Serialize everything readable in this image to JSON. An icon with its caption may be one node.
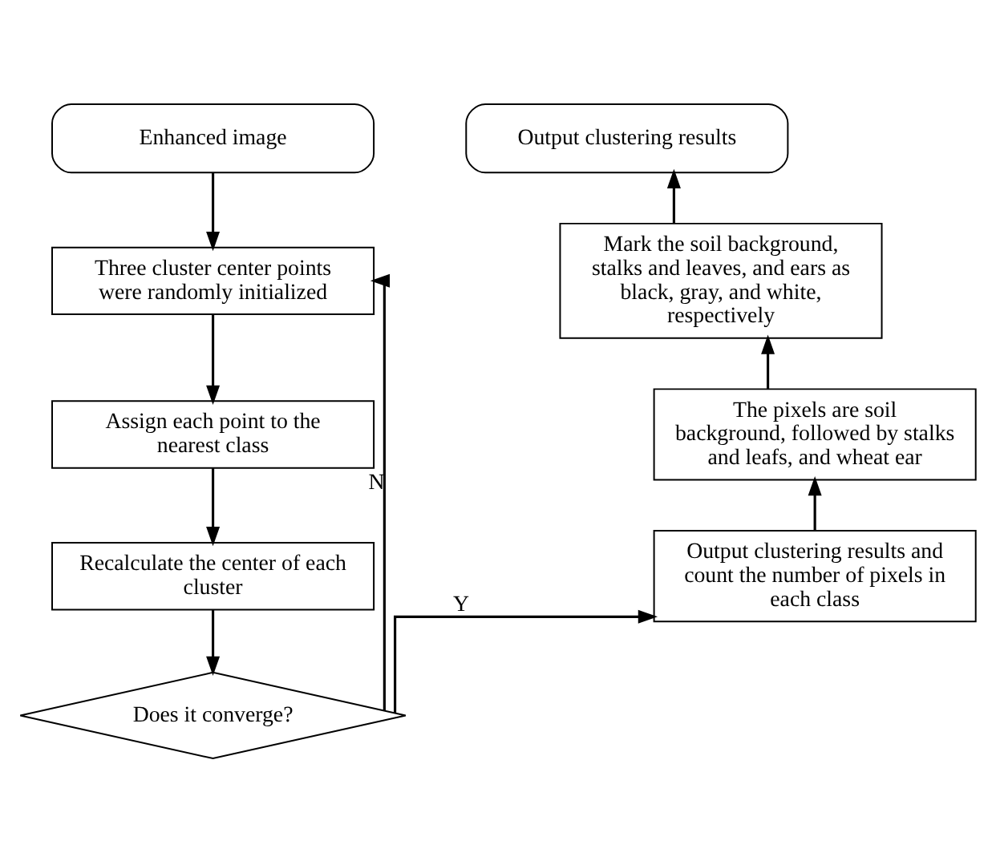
{
  "diagram": {
    "nodes": [
      {
        "text": [
          "Enhanced image"
        ]
      },
      {
        "text": [
          "Three cluster center points were randomly initialized"
        ]
      },
      {
        "text": [
          "Assign each point to the nearest class"
        ]
      },
      {
        "text": [
          "Recalculate the center of each cluster"
        ]
      },
      {
        "text": [
          "Does it converge?"
        ]
      },
      {
        "text": [
          "Output clustering results and count the number of pixels in each class"
        ]
      },
      {
        "text": [
          "The pixels are soil background, followed by stalks and leafs, and wheat ear"
        ]
      },
      {
        "text": [
          "Mark the soil background, stalks and leaves, and ears as black, gray, and white, respectively"
        ]
      },
      {
        "text": [
          "Output clustering results"
        ]
      }
    ],
    "edges": [
      {
        "from": 0,
        "to": 1,
        "arrow": "to"
      },
      {
        "from": 1,
        "to": 2,
        "arrow": "to"
      },
      {
        "from": 2,
        "to": 3,
        "arrow": "to"
      },
      {
        "from": 3,
        "to": 4,
        "arrow": "to"
      },
      {
        "from": 4,
        "to": 1,
        "arrow": "to",
        "label": "N"
      },
      {
        "from": 4,
        "to": 5,
        "arrow": "to",
        "label": "Y"
      },
      {
        "from": 5,
        "to": 6,
        "arrow": "to"
      },
      {
        "from": 6,
        "to": 7,
        "arrow": "to"
      },
      {
        "from": 7,
        "to": 8,
        "arrow": "to"
      }
    ]
  }
}
